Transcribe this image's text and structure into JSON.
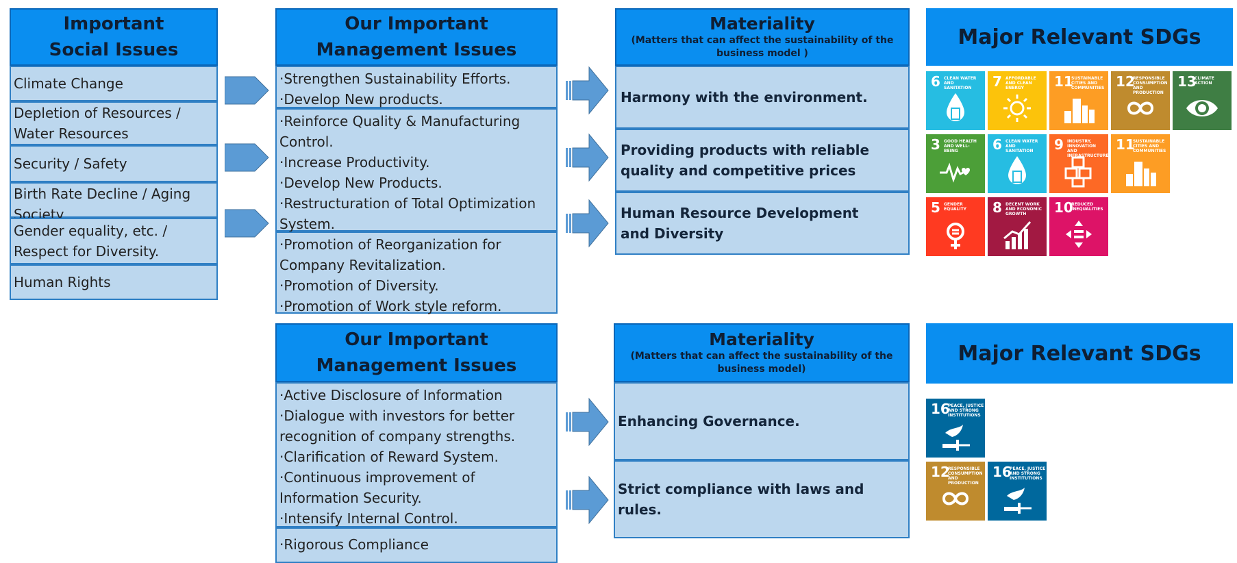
{
  "social": {
    "title": "Important Social Issues",
    "items": [
      "Climate Change",
      "Depletion of Resources / Water Resources",
      "Security / Safety",
      "Birth Rate Decline / Aging Society",
      "Gender equality, etc. / Respect for Diversity.",
      "Human Rights"
    ]
  },
  "management_top": {
    "title": "Our Important Management Issues",
    "groups": [
      [
        "·Strengthen Sustainability Efforts.",
        "·Develop New products."
      ],
      [
        "·Reinforce Quality & Manufacturing",
        "Control.",
        "·Increase Productivity.",
        "·Develop New Products.",
        "·Restructuration of Total Optimization",
        "System."
      ],
      [
        "·Promotion of Reorganization for",
        "Company Revitalization.",
        "·Promotion of Diversity.",
        "·Promotion of Work style reform."
      ]
    ]
  },
  "materiality_top": {
    "title": "Materiality",
    "subtitle": "(Matters that can affect the sustainability of the business model )",
    "items": [
      "Harmony with the environment.",
      "Providing products with reliable quality and competitive prices",
      "Human Resource Development and Diversity"
    ]
  },
  "sdgs_top": {
    "title": "Major Relevant SDGs",
    "rows": [
      [
        {
          "num": "6",
          "label": "Clean water and sanitation",
          "color": "#26bde2",
          "icon": "water-drop-icon"
        },
        {
          "num": "7",
          "label": "Affordable and clean energy",
          "color": "#fcc30b",
          "icon": "sun-icon"
        },
        {
          "num": "11",
          "label": "Sustainable cities and communities",
          "color": "#fd9d24",
          "icon": "city-icon"
        },
        {
          "num": "12",
          "label": "Responsible consumption and production",
          "color": "#bf8b2e",
          "icon": "infinity-icon"
        },
        {
          "num": "13",
          "label": "Climate action",
          "color": "#3f7e44",
          "icon": "eye-globe-icon"
        }
      ],
      [
        {
          "num": "3",
          "label": "Good health and well-being",
          "color": "#4c9f38",
          "icon": "heartbeat-icon"
        },
        {
          "num": "6",
          "label": "Clean water and sanitation",
          "color": "#26bde2",
          "icon": "water-drop-icon"
        },
        {
          "num": "9",
          "label": "Industry, innovation and infrastructure",
          "color": "#fd6925",
          "icon": "cubes-icon"
        },
        {
          "num": "11",
          "label": "Sustainable cities and communities",
          "color": "#fd9d24",
          "icon": "city-icon"
        }
      ],
      [
        {
          "num": "5",
          "label": "Gender equality",
          "color": "#ff3a21",
          "icon": "gender-icon"
        },
        {
          "num": "8",
          "label": "Decent work and economic growth",
          "color": "#a21942",
          "icon": "growth-chart-icon"
        },
        {
          "num": "10",
          "label": "Reduced inequalities",
          "color": "#dd1367",
          "icon": "equality-icon"
        }
      ]
    ]
  },
  "management_bottom": {
    "title": "Our Important Management Issues",
    "groups": [
      [
        "·Active Disclosure of Information",
        "·Dialogue with investors for better",
        "recognition of company strengths.",
        "·Clarification of Reward System.",
        "·Continuous improvement of",
        "Information Security.",
        "·Intensify Internal Control."
      ],
      [
        "·Rigorous Compliance"
      ]
    ]
  },
  "materiality_bottom": {
    "title": "Materiality",
    "subtitle": "(Matters that can affect the sustainability of the business model)",
    "items": [
      "Enhancing Governance.",
      "Strict compliance with laws and rules."
    ]
  },
  "sdgs_bottom": {
    "title": "Major Relevant SDGs",
    "rows": [
      [
        {
          "num": "16",
          "label": "Peace, justice and strong institutions",
          "color": "#00689d",
          "icon": "dove-gavel-icon"
        }
      ],
      [
        {
          "num": "12",
          "label": "Responsible consumption and production",
          "color": "#bf8b2e",
          "icon": "infinity-icon"
        },
        {
          "num": "16",
          "label": "Peace, justice and strong institutions",
          "color": "#00689d",
          "icon": "dove-gavel-icon"
        }
      ]
    ]
  }
}
